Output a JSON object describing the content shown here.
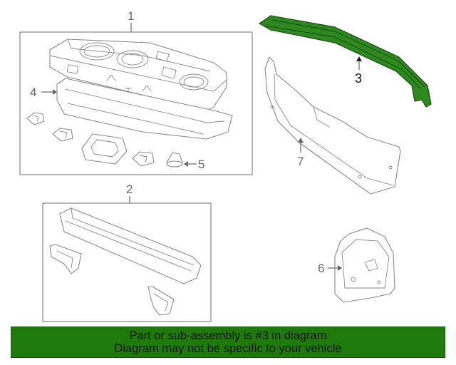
{
  "diagram": {
    "callouts": {
      "c1": "1",
      "c2": "2",
      "c3": "3",
      "c4": "4",
      "c5": "5",
      "c6": "6",
      "c7": "7"
    },
    "highlight_color": "#2e8a1e",
    "highlight_part": "3"
  },
  "banner": {
    "line1": "Part or sub-assembly is #3 in diagram",
    "line2": "Diagram may not be specific to your vehicle",
    "background": "#1f7a0c"
  }
}
